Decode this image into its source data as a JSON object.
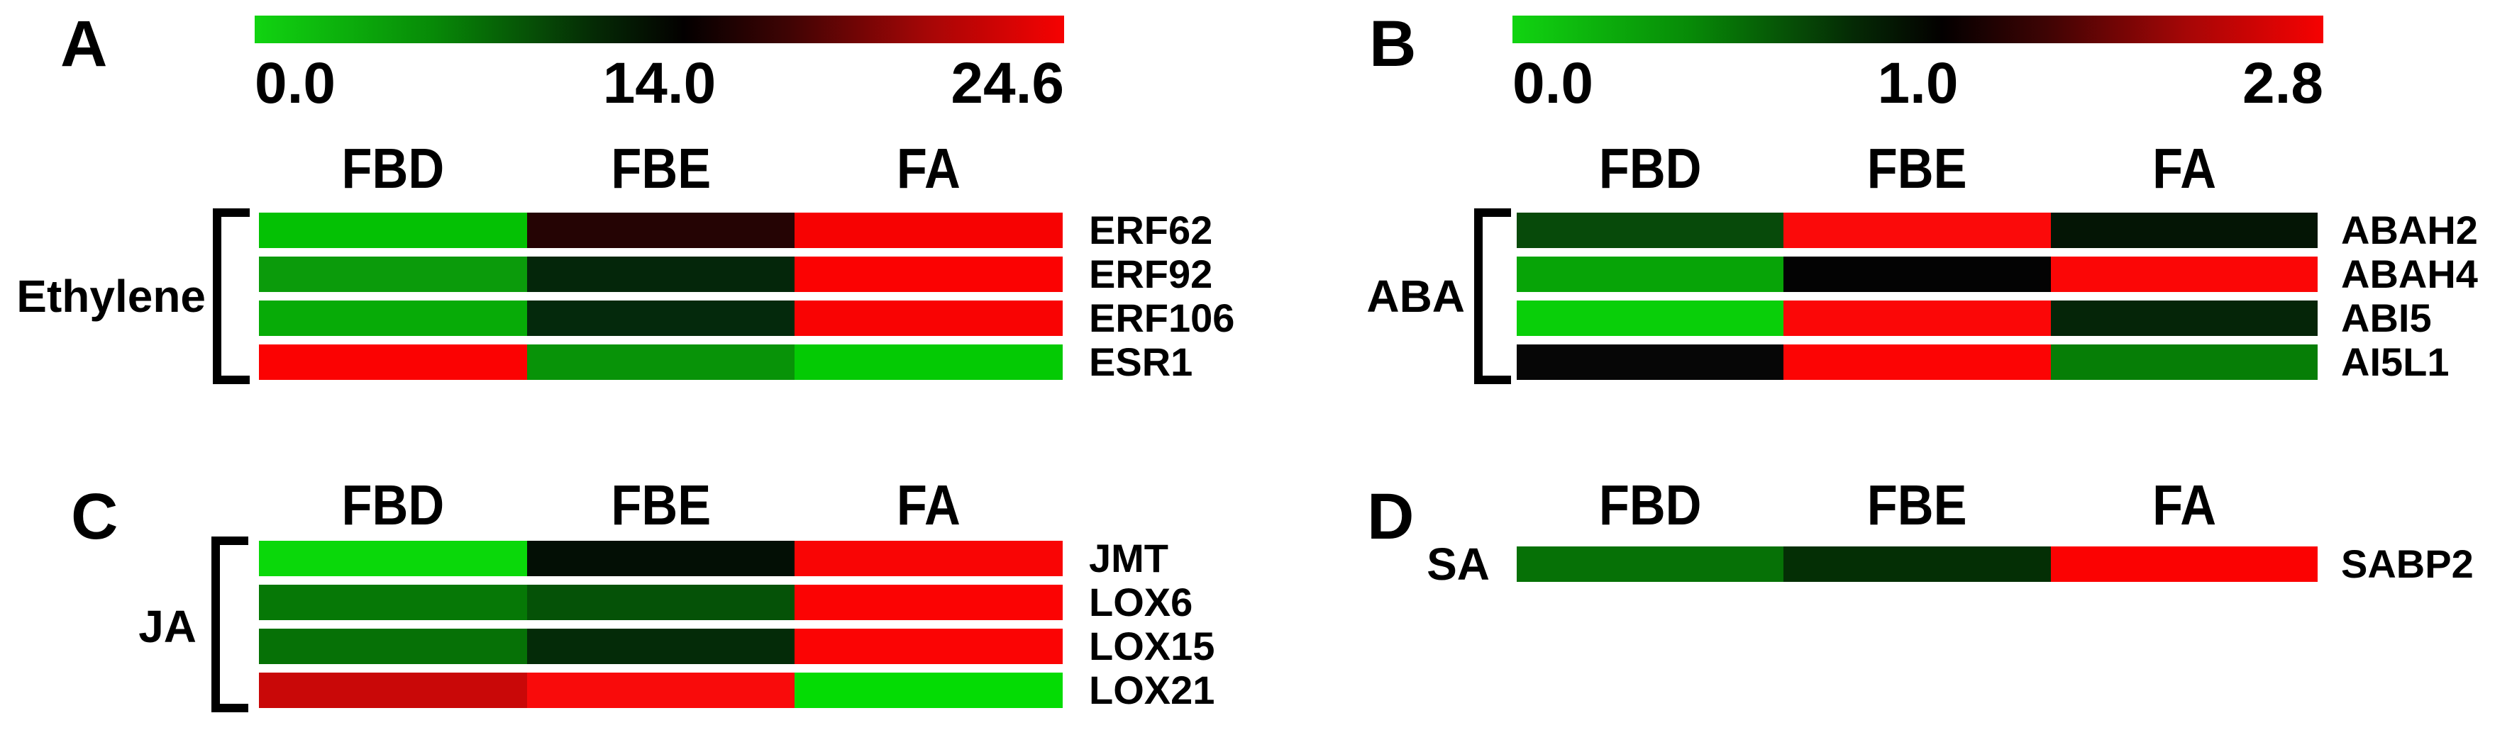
{
  "figure": {
    "background": "#ffffff",
    "text_color": "#000000"
  },
  "colorbar_gradient_stops": [
    {
      "color": "#11d411",
      "at": "0%"
    },
    {
      "color": "#078a07",
      "at": "22%"
    },
    {
      "color": "#052a05",
      "at": "42%"
    },
    {
      "color": "#030000",
      "at": "53%"
    },
    {
      "color": "#3f0404",
      "at": "66%"
    },
    {
      "color": "#a50606",
      "at": "83%"
    },
    {
      "color": "#f60202",
      "at": "100%"
    }
  ],
  "panels": {
    "A": {
      "letter": "A",
      "group": "Ethylene",
      "scale": {
        "min": "0.0",
        "mid": "14.0",
        "max": "24.6"
      },
      "columns": [
        "FBD",
        "FBE",
        "FA"
      ],
      "rows": [
        {
          "gene": "ERF62",
          "colors": [
            "#04c104",
            "#250404",
            "#f70202"
          ]
        },
        {
          "gene": "ERF92",
          "colors": [
            "#0b9b0b",
            "#04260a",
            "#fb0202"
          ]
        },
        {
          "gene": "ERF106",
          "colors": [
            "#07ab07",
            "#04290c",
            "#f90303"
          ]
        },
        {
          "gene": "ESR1",
          "colors": [
            "#fb0202",
            "#089308",
            "#04ca04"
          ]
        }
      ]
    },
    "B": {
      "letter": "B",
      "group": "ABA",
      "scale": {
        "min": "0.0",
        "mid": "1.0",
        "max": "2.8"
      },
      "columns": [
        "FBD",
        "FBE",
        "FA"
      ],
      "rows": [
        {
          "gene": "ABAH2",
          "colors": [
            "#074a0a",
            "#fb0a0a",
            "#041505"
          ]
        },
        {
          "gene": "ABAH4",
          "colors": [
            "#07a407",
            "#030303",
            "#fb0606"
          ]
        },
        {
          "gene": "ABI5",
          "colors": [
            "#09cf09",
            "#fb0707",
            "#052508"
          ]
        },
        {
          "gene": "AI5L1",
          "colors": [
            "#060606",
            "#fc0404",
            "#067e06"
          ]
        }
      ]
    },
    "C": {
      "letter": "C",
      "group": "JA",
      "columns": [
        "FBD",
        "FBE",
        "FA"
      ],
      "rows": [
        {
          "gene": "JMT",
          "colors": [
            "#0ad80a",
            "#030f05",
            "#f90505"
          ]
        },
        {
          "gene": "LOX6",
          "colors": [
            "#067806",
            "#055207",
            "#fb0303"
          ]
        },
        {
          "gene": "LOX15",
          "colors": [
            "#067106",
            "#042b08",
            "#fb0404"
          ]
        },
        {
          "gene": "LOX21",
          "colors": [
            "#c90808",
            "#f90b0b",
            "#04dc04"
          ]
        }
      ]
    },
    "D": {
      "letter": "D",
      "group": "SA",
      "columns": [
        "FBD",
        "FBE",
        "FA"
      ],
      "rows": [
        {
          "gene": "SABP2",
          "colors": [
            "#067106",
            "#042f05",
            "#fb0202"
          ]
        }
      ]
    }
  },
  "chart_data": [
    {
      "type": "heatmap",
      "panel": "A",
      "group": "Ethylene",
      "columns": [
        "FBD",
        "FBE",
        "FA"
      ],
      "rows": [
        "ERF62",
        "ERF92",
        "ERF106",
        "ESR1"
      ],
      "colormap": "green-black-red",
      "scale": {
        "min": 0.0,
        "mid": 14.0,
        "max": 24.6
      },
      "values_approx": [
        [
          1,
          15,
          24
        ],
        [
          5,
          12,
          24
        ],
        [
          4,
          12,
          24
        ],
        [
          24,
          6,
          1.5
        ]
      ],
      "cell_colors_hex": [
        [
          "#04c104",
          "#250404",
          "#f70202"
        ],
        [
          "#0b9b0b",
          "#04260a",
          "#fb0202"
        ],
        [
          "#07ab07",
          "#04290c",
          "#f90303"
        ],
        [
          "#fb0202",
          "#089308",
          "#04ca04"
        ]
      ]
    },
    {
      "type": "heatmap",
      "panel": "B",
      "group": "ABA",
      "columns": [
        "FBD",
        "FBE",
        "FA"
      ],
      "rows": [
        "ABAH2",
        "ABAH4",
        "ABI5",
        "AI5L1"
      ],
      "colormap": "green-black-red",
      "scale": {
        "min": 0.0,
        "mid": 1.0,
        "max": 2.8
      },
      "values_approx": [
        [
          0.6,
          2.7,
          1.0
        ],
        [
          0.35,
          1.0,
          2.7
        ],
        [
          0.1,
          2.7,
          0.85
        ],
        [
          1.0,
          2.8,
          0.5
        ]
      ],
      "cell_colors_hex": [
        [
          "#074a0a",
          "#fb0a0a",
          "#041505"
        ],
        [
          "#07a407",
          "#030303",
          "#fb0606"
        ],
        [
          "#09cf09",
          "#fb0707",
          "#052508"
        ],
        [
          "#060606",
          "#fc0404",
          "#067e06"
        ]
      ]
    },
    {
      "type": "heatmap",
      "panel": "C",
      "group": "JA",
      "columns": [
        "FBD",
        "FBE",
        "FA"
      ],
      "rows": [
        "JMT",
        "LOX6",
        "LOX15",
        "LOX21"
      ],
      "colormap": "green-black-red",
      "cell_colors_hex": [
        [
          "#0ad80a",
          "#030f05",
          "#f90505"
        ],
        [
          "#067806",
          "#055207",
          "#fb0303"
        ],
        [
          "#067106",
          "#042b08",
          "#fb0404"
        ],
        [
          "#c90808",
          "#f90b0b",
          "#04dc04"
        ]
      ]
    },
    {
      "type": "heatmap",
      "panel": "D",
      "group": "SA",
      "columns": [
        "FBD",
        "FBE",
        "FA"
      ],
      "rows": [
        "SABP2"
      ],
      "colormap": "green-black-red",
      "cell_colors_hex": [
        [
          "#067106",
          "#042f05",
          "#fb0202"
        ]
      ]
    }
  ]
}
